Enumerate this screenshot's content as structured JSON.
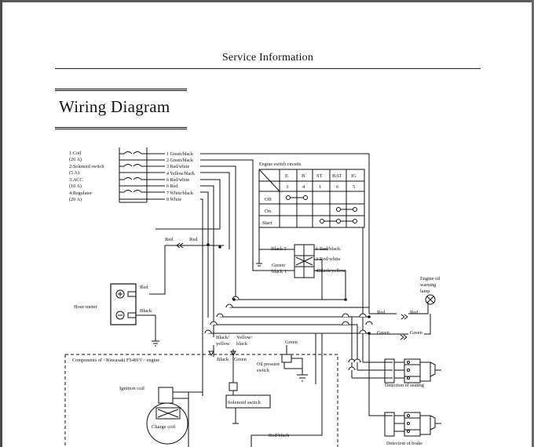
{
  "header": {
    "section_title": "Service Information"
  },
  "page": {
    "title": "Wiring Diagram"
  },
  "fuses": [
    "1:Coil",
    "(20 A)",
    "2:Solenoid switch",
    "(5 A)",
    "3:ACC",
    "(10 A)",
    "4:Regulator",
    "(20 A)"
  ],
  "connector_pins": [
    "1 Green/black",
    "2 Green/black",
    "3 Red/white",
    "4 Yellow/black",
    "6 Red/white",
    "6 Red",
    "7 White/black",
    "8 White"
  ],
  "engine_switch": {
    "title": "Engine switch circuits",
    "columns": [
      "E",
      "B´",
      "ST",
      "BAT",
      "IG"
    ],
    "pins": [
      "3",
      "4",
      "1",
      "6",
      "5"
    ],
    "rows": [
      "Off",
      "On",
      "Start"
    ]
  },
  "labels": {
    "red1": "Red",
    "red2": "Red",
    "hour_meter": "Hour meter",
    "red_hm": "Red",
    "black_hm": "Black",
    "black5": "Black 5",
    "red_black6": "6 Red/black",
    "red_white3": "3 Red/white",
    "green_black1a": "Green/",
    "green_black1b": "black 1",
    "black_yellow4": "4Black/yellow",
    "oil_lamp_1": "Engine oil",
    "oil_lamp_2": "warning",
    "oil_lamp_3": "lamp",
    "red_r1": "Red",
    "red_r2": "Red",
    "green_r1": "Green",
    "green_r2": "Green",
    "black_yellow_a": "Black/",
    "black_yellow_b": "yellow",
    "yellow_black_a": "Yellow/",
    "yellow_black_b": "black",
    "green_op": "Green",
    "oil_pressure_1": "Oil pressure",
    "oil_pressure_2": "switch",
    "engine_box": "Components of <Kawasaki FS481V> engine",
    "black_s": "Black",
    "green_s": "Green",
    "ignition_coil": "Ignition coil",
    "charge_coil": "Charge coil",
    "solenoid_switch": "Solenoid switch",
    "red_black_bottom": "Red/black",
    "detection_seating": "Detection of seating",
    "detection_brake": "Detection of brake"
  }
}
